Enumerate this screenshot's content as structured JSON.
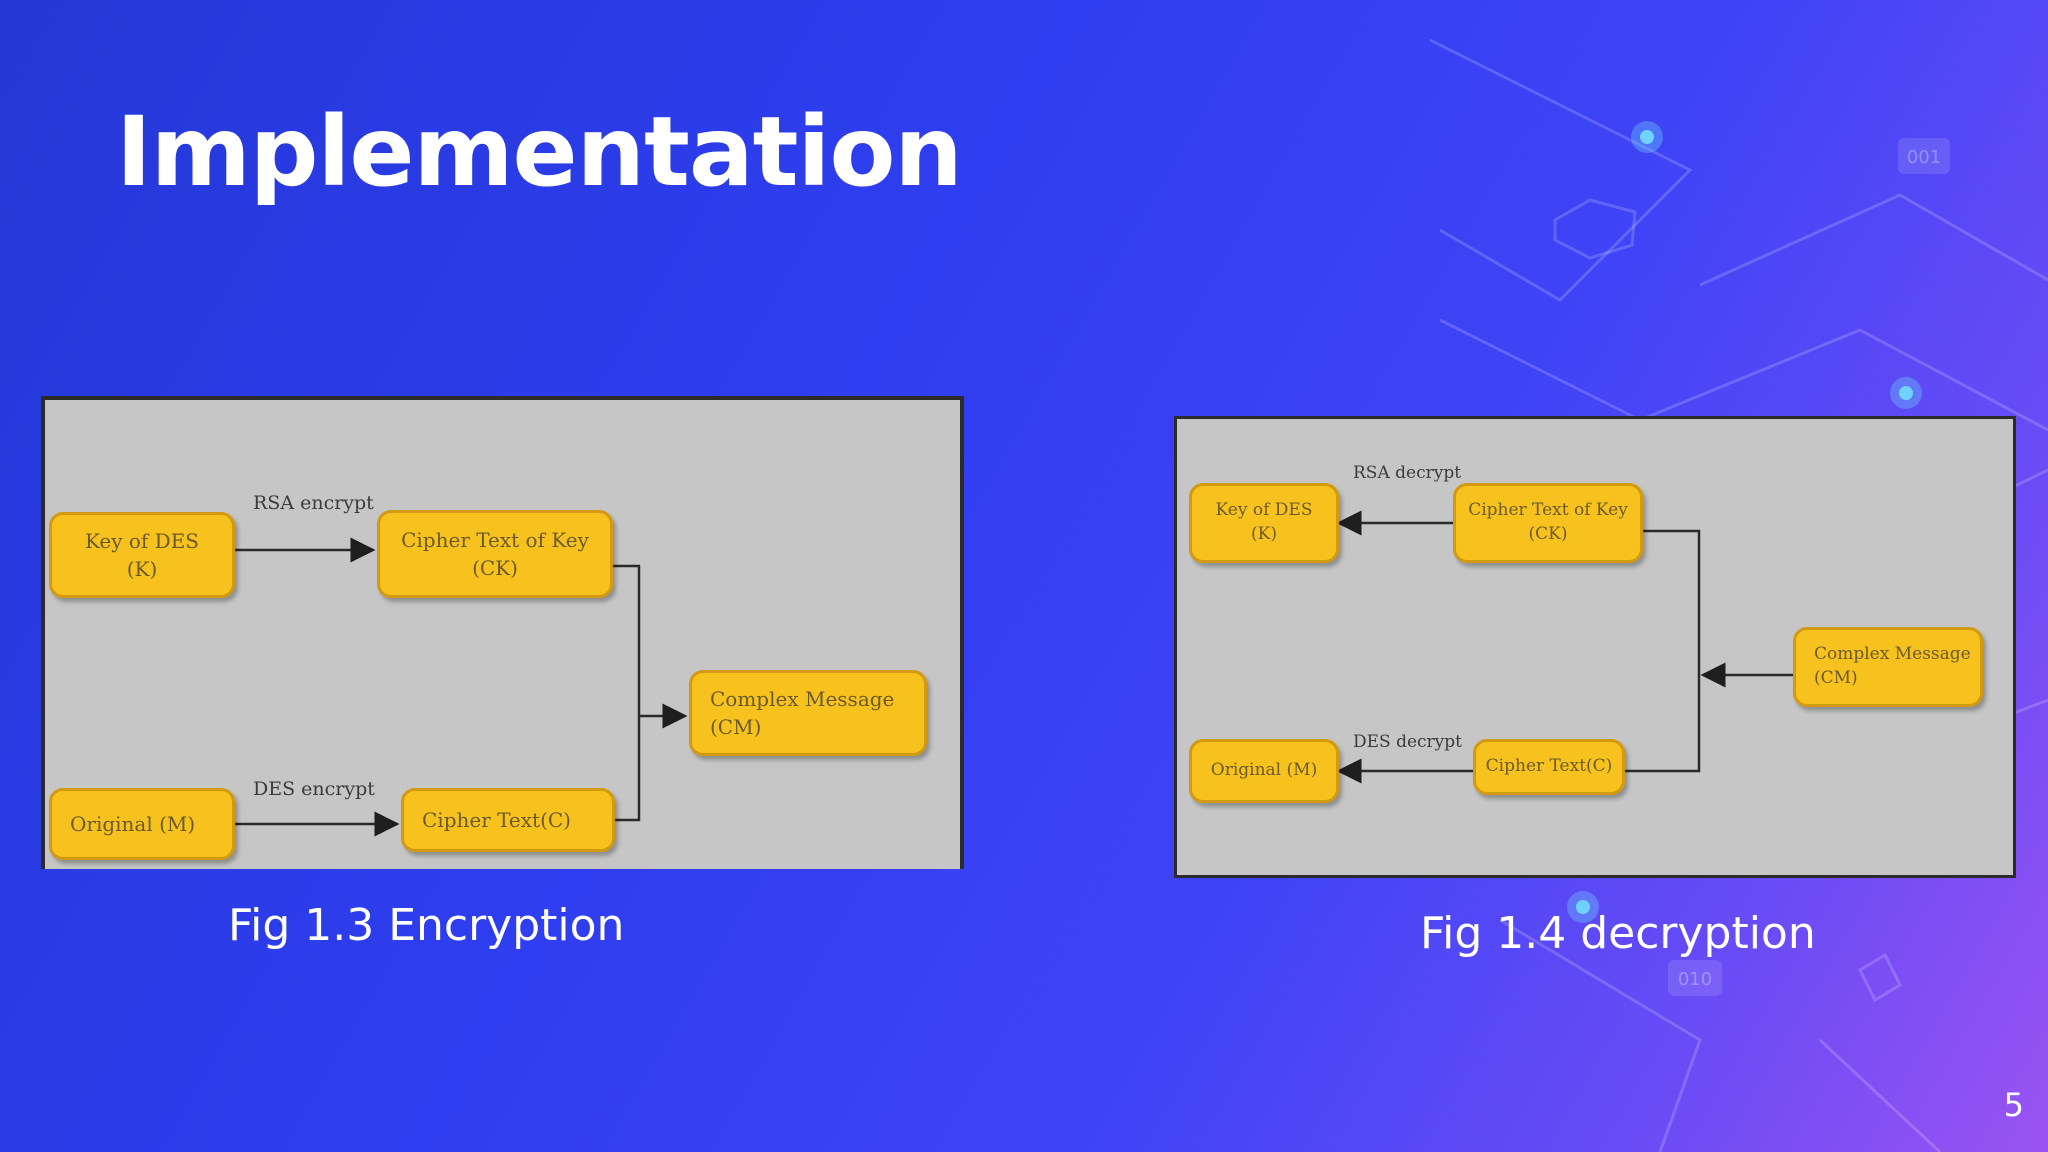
{
  "slide": {
    "title": "Implementation",
    "page_number": "5"
  },
  "background_decoration": {
    "labels": [
      "001",
      "010"
    ]
  },
  "figures": {
    "encryption": {
      "caption": "Fig 1.3 Encryption",
      "nodes": {
        "key_des": [
          "Key  of  DES",
          "(K)"
        ],
        "cipher_key": [
          "Cipher Text of Key",
          "(CK)"
        ],
        "complex": [
          "Complex Message",
          "(CM)"
        ],
        "original": [
          "Original (M)"
        ],
        "cipher_text": [
          "Cipher Text(C)"
        ]
      },
      "edges": {
        "rsa": "RSA encrypt",
        "des": "DES encrypt"
      }
    },
    "decryption": {
      "caption": "Fig 1.4 decryption",
      "nodes": {
        "key_des": [
          "Key  of  DES",
          "(K)"
        ],
        "cipher_key": [
          "Cipher Text of Key",
          "(CK)"
        ],
        "complex": [
          "Complex Message",
          "(CM)"
        ],
        "original": [
          "Original (M)"
        ],
        "cipher_text": [
          "Cipher Text(C)"
        ]
      },
      "edges": {
        "rsa": "RSA decrypt",
        "des": "DES decrypt"
      }
    }
  },
  "colors": {
    "node_fill": "#f7c21d",
    "node_border": "#d29a10",
    "figure_bg": "#c6c6c6"
  }
}
